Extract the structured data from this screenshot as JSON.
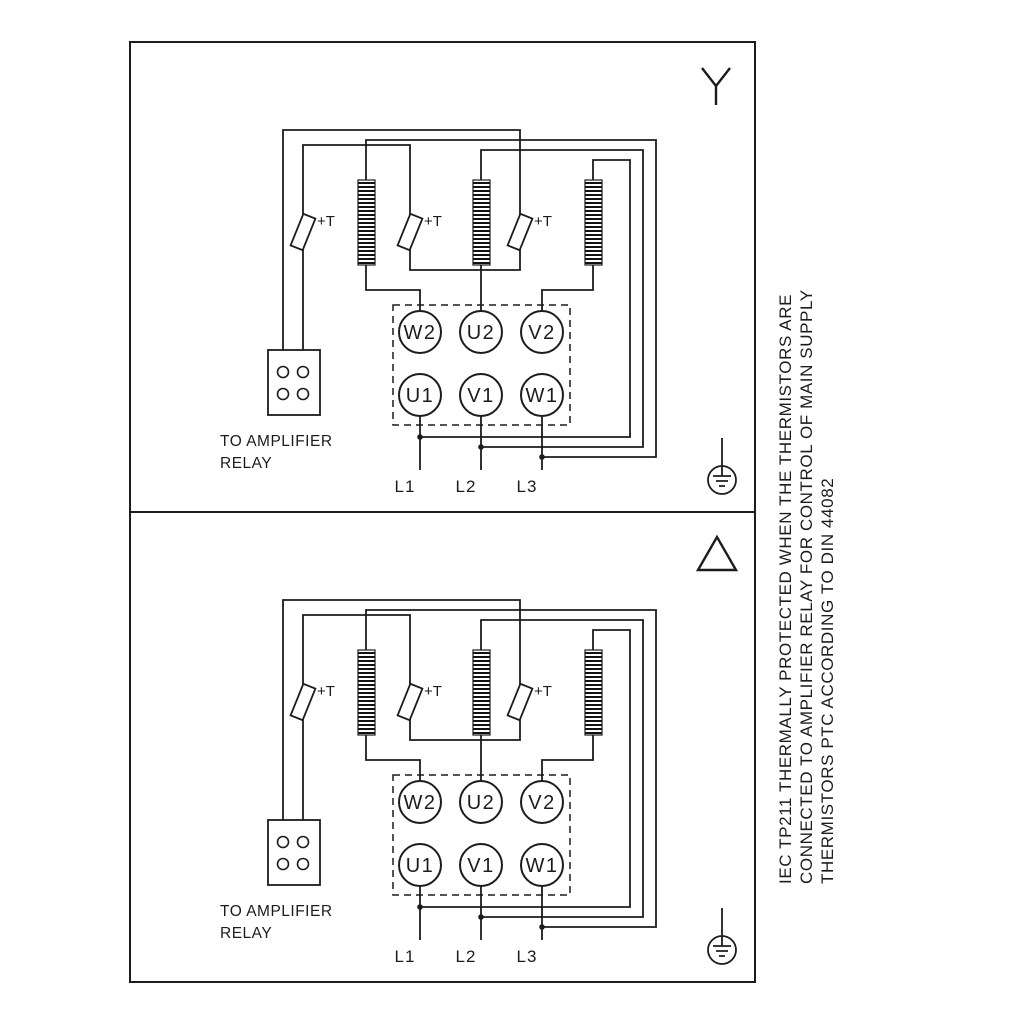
{
  "diagram": {
    "line_color": "#1c1c1c",
    "background": "#ffffff",
    "panels": [
      {
        "id": "star",
        "connection_symbol": "star",
        "terminals_top": [
          "W2",
          "U2",
          "V2"
        ],
        "terminals_bottom": [
          "U1",
          "V1",
          "W1"
        ],
        "supply_lines": [
          "L1",
          "L2",
          "L3"
        ],
        "thermistor_label": "+T",
        "relay_note": [
          "TO AMPLIFIER",
          "RELAY"
        ]
      },
      {
        "id": "delta",
        "connection_symbol": "delta",
        "terminals_top": [
          "W2",
          "U2",
          "V2"
        ],
        "terminals_bottom": [
          "U1",
          "V1",
          "W1"
        ],
        "supply_lines": [
          "L1",
          "L2",
          "L3"
        ],
        "thermistor_label": "+T",
        "relay_note": [
          "TO AMPLIFIER",
          "RELAY"
        ]
      }
    ],
    "side_note": [
      "IEC TP211 THERMALLY PROTECTED WHEN THE THERMISTORS ARE",
      "CONNECTED TO AMPLIFIER RELAY FOR CONTROL OF MAIN SUPPLY",
      "THERMISTORS PTC ACCORDING TO DIN 44082"
    ]
  }
}
